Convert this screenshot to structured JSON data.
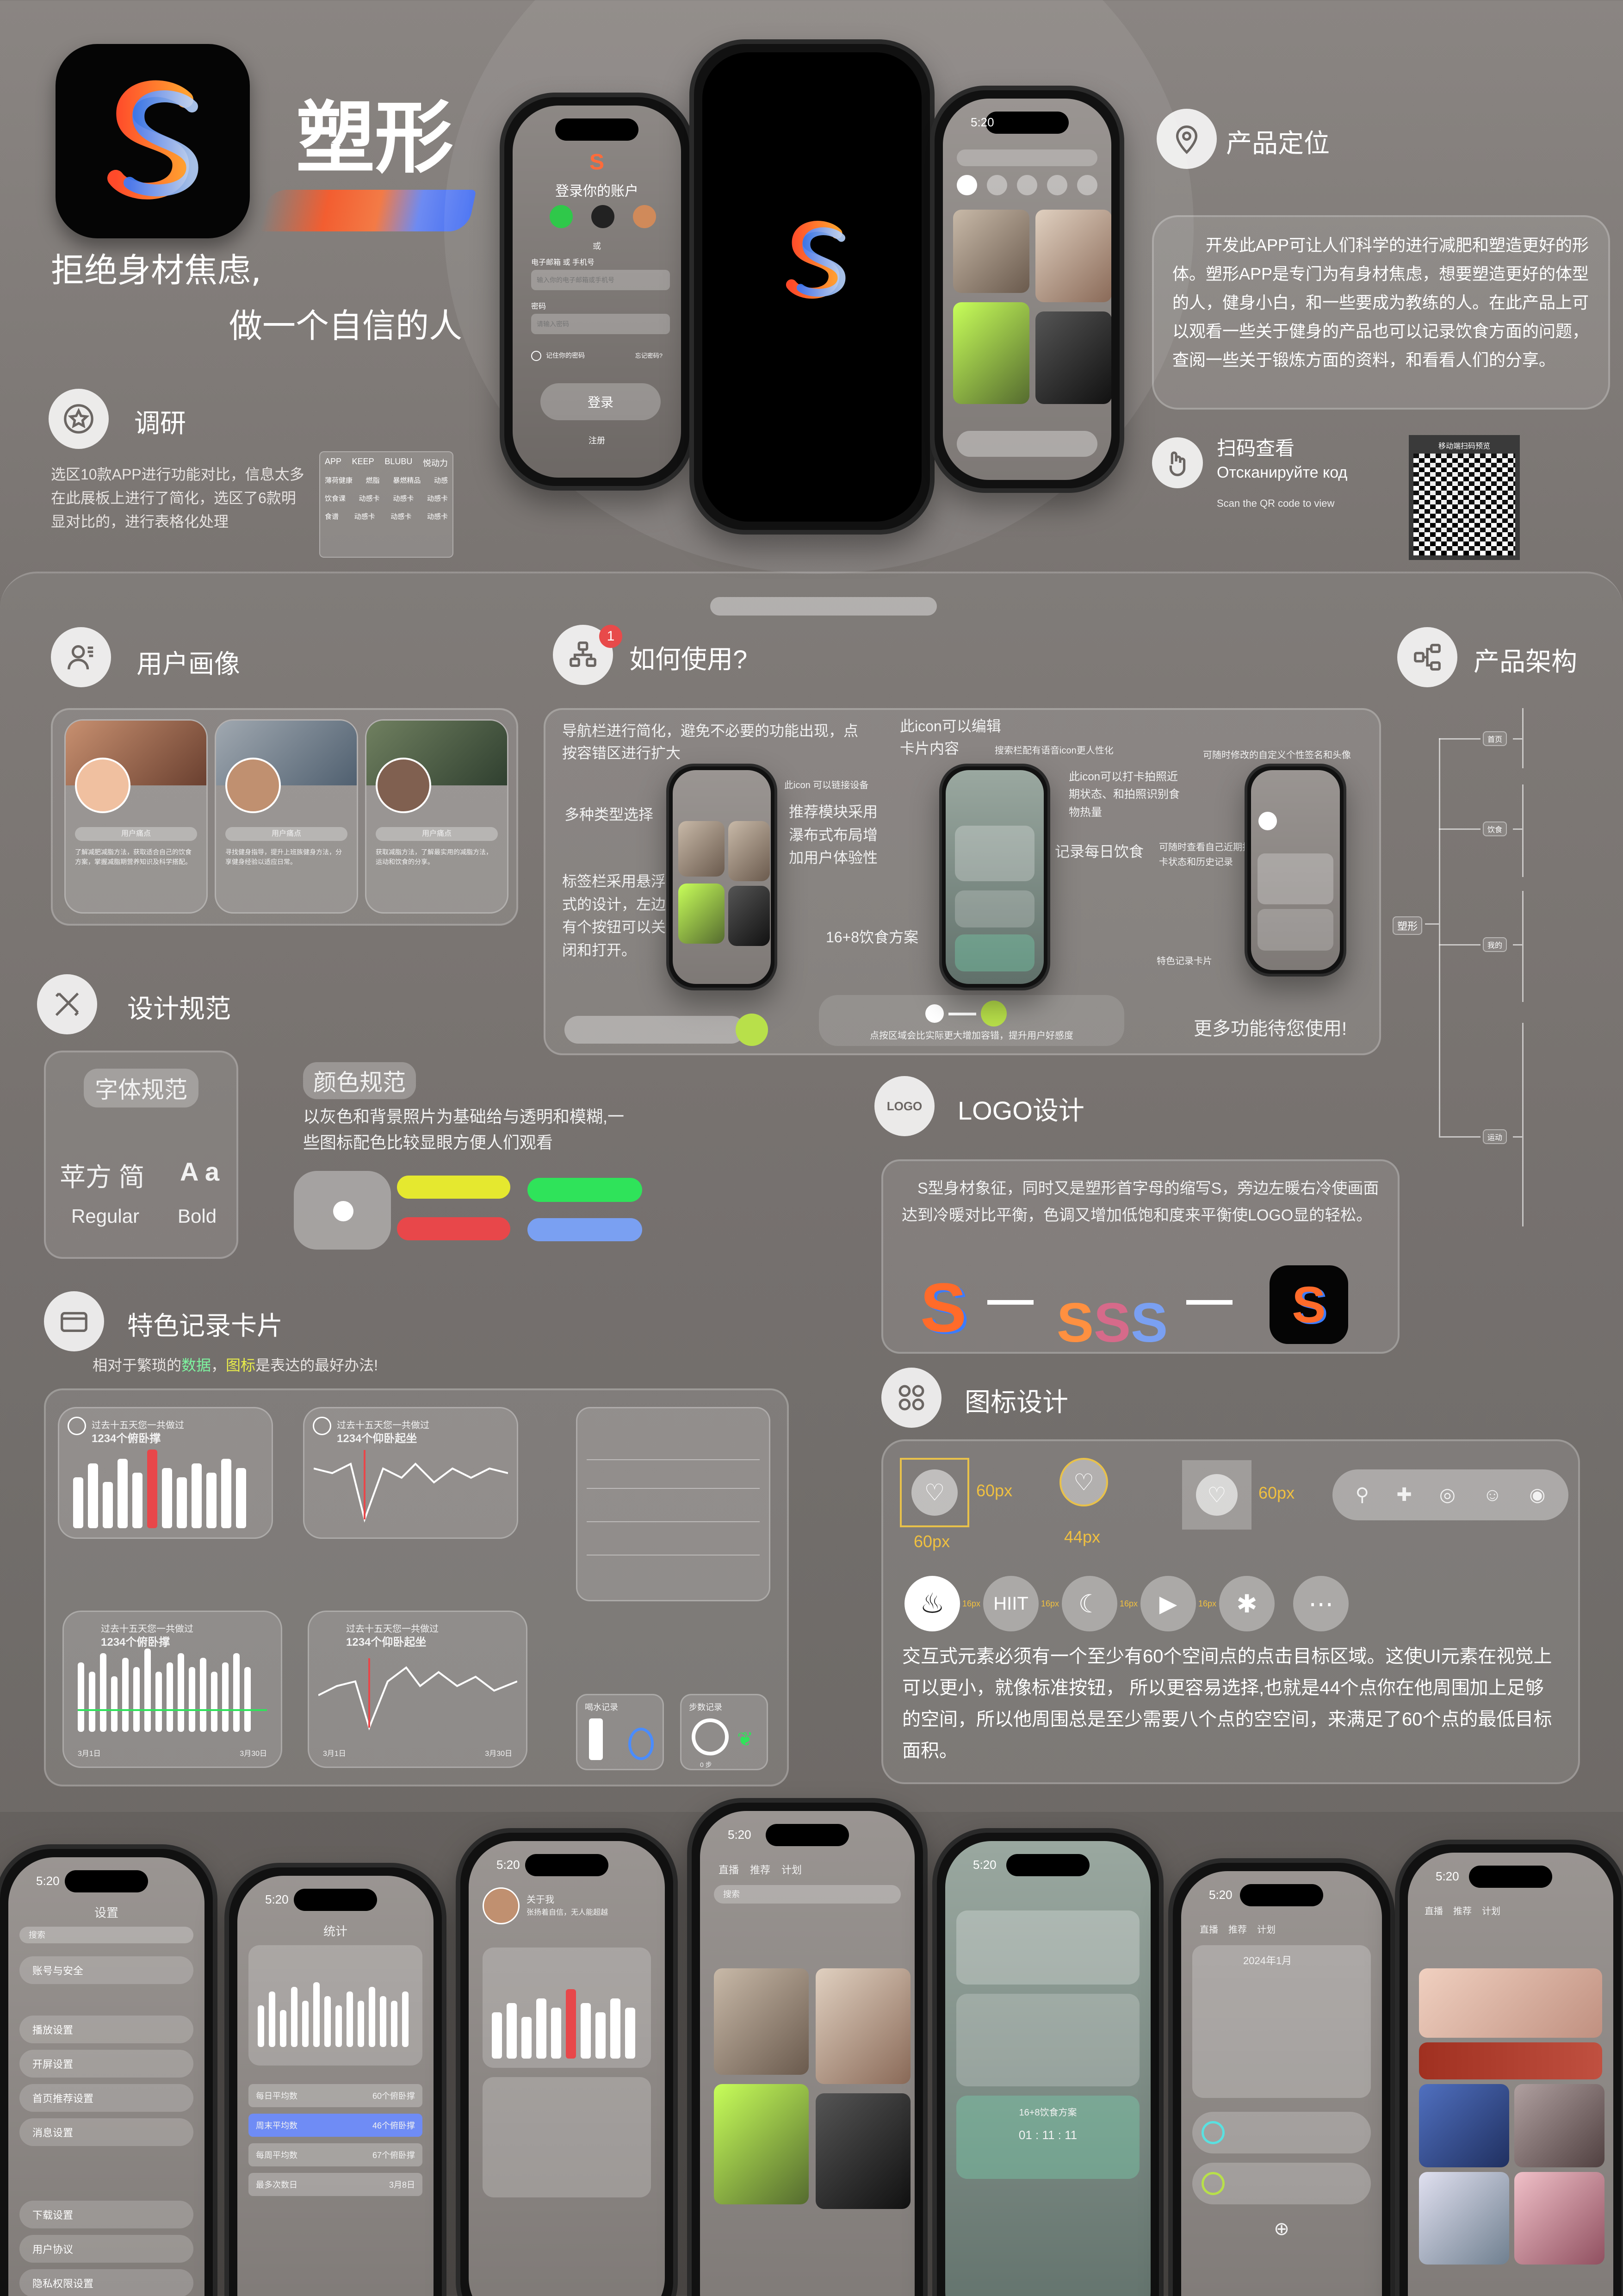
{
  "app": {
    "name": "塑形",
    "slogan1": "拒绝身材焦虑,",
    "slogan2": "做一个自信的人"
  },
  "sections": {
    "research": {
      "title": "调研",
      "desc": "选区10款APP进行功能对比，信息太多在此展板上进行了简化，选区了6款明显对比的，进行表格化处理",
      "table_headers": [
        "APP",
        "KEEP",
        "BLUBU",
        "悦动力"
      ],
      "table_rows": [
        [
          "薄荷健康",
          "燃脂",
          "暴燃精品",
          "动感"
        ],
        [
          "饮食课",
          "动感卡",
          "动感卡",
          "动感卡"
        ],
        [
          "食谱",
          "动感卡",
          "动感卡",
          "动感卡"
        ]
      ]
    },
    "positioning": {
      "title": "产品定位",
      "desc": "开发此APP可让人们科学的进行减肥和塑造更好的形体。塑形APP是专门为有身材焦虑，想要塑造更好的体型的人，健身小白，和一些要成为教练的人。在此产品上可以观看一些关于健身的产品也可以记录饮食方面的问题，查阅一些关于锻炼方面的资料，和看看人们的分享。"
    },
    "scan": {
      "title": "扫码查看",
      "ru": "Отсканируйте код",
      "en": "Scan the QR code to view",
      "qr_label": "移动端扫码预览"
    },
    "persona": {
      "title": "用户画像",
      "cards": [
        {
          "label": "用户痛点",
          "desc": "了解减肥减脂方法，获取适合自己的饮食方案，掌握减脂期营养知识及科学搭配。"
        },
        {
          "label": "用户痛点",
          "desc": "寻找健身指导，提升上班族健身方法，分享健身经验以适应日常。"
        },
        {
          "label": "用户痛点",
          "desc": "获取减脂方法，了解最实用的减脂方法，运动和饮食的分享。"
        }
      ]
    },
    "howto": {
      "title": "如何使用?",
      "badge": "1",
      "notes": [
        "导航栏进行简化，避免不必要的功能出现，点按容错区进行扩大",
        "多种类型选择",
        "标签栏采用悬浮式的设计，左边有个按钮可以关闭和打开。",
        "推荐模块采用瀑布式布局增加用户体验性",
        "此icon 可以链接设备",
        "此icon可以编辑卡片内容",
        "搜索栏配有语音icon更人性化",
        "此icon可以打卡拍照近期状态、和拍照识别食物热量",
        "记录每日饮食",
        "16+8饮食方案",
        "可随时修改的自定义个性签名和头像",
        "可随时查看自己近期打卡状态和历史记录",
        "特色记录卡片",
        "点按区域会比实际更大增加容错，提升用户好感度",
        "更多功能待您使用!"
      ]
    },
    "architecture": {
      "title": "产品架构",
      "root": "塑形",
      "branches": [
        "首页",
        "饮食",
        "我的",
        "运动"
      ]
    },
    "design": {
      "title": "设计规范",
      "font_title": "字体规范",
      "font_sample": "苹方 简",
      "font_latin": "A a",
      "font_regular": "Regular",
      "font_bold": "Bold",
      "color_title": "颜色规范",
      "color_desc": "以灰色和背景照片为基础给与透明和模糊,一些图标配色比较显眼方便人们观看",
      "colors": [
        "#e5e82f",
        "#2fe35a",
        "#e8474a",
        "#7aa0f2"
      ]
    },
    "logo": {
      "title": "LOGO设计",
      "desc": "S型身材象征，同时又是塑形首字母的缩写S，旁边左暖右冷使画面达到冷暖对比平衡，色调又增加低饱和度来平衡使LOGO显的轻松。",
      "badge": "LOGO"
    },
    "cards": {
      "title": "特色记录卡片",
      "sub_a": "相对于繁琐的",
      "sub_b": "数据",
      "sub_c": "，",
      "sub_d": "图标",
      "sub_e": "是表达的最好办法!",
      "bar_title": "过去十五天您一共做过",
      "bar_count": "1234个俯卧撑",
      "line_title": "过去十五天您一共做过",
      "line_count": "1234个仰卧起坐",
      "start": "3月1日",
      "end": "3月30日",
      "water": "喝水记录",
      "steps": "步数记录",
      "steps_unit": "0 步"
    },
    "icons": {
      "title": "图标设计",
      "s1": "60px",
      "s2": "60px",
      "s3": "44px",
      "s4": "60px",
      "spacing": "16px",
      "hiit": "HIIT",
      "desc": "交互式元素必须有一个至少有60个空间点的点击目标区域。这使UI元素在视觉上可以更小，就像标准按钮， 所以更容易选择,也就是44个点你在他周围加上足够的空间，所以他周围总是至少需要八个点的空空间，来满足了60个点的最低目标面积。"
    },
    "login": {
      "title": "登录你的账户",
      "or": "或",
      "phone_label": "电子邮箱 或 手机号",
      "phone_ph": "输入你的电子邮箱或手机号",
      "pwd_label": "密码",
      "pwd_ph": "请输入密码",
      "remember": "记住你的密码",
      "forgot": "忘记密码?",
      "btn": "登录",
      "register": "注册"
    }
  },
  "phones_bottom": {
    "time": "5:20",
    "settings": {
      "title": "设置",
      "search": "搜索",
      "items": [
        "账号与安全",
        "播放设置",
        "开屏设置",
        "首页推荐设置",
        "消息设置",
        "下载设置",
        "用户协议",
        "隐私权限设置"
      ]
    },
    "stats": {
      "title": "统计",
      "rows": [
        "每日平均数",
        "周末平均数",
        "每周平均数",
        "最多次数日"
      ],
      "vals": [
        "60个俯卧撑",
        "46个俯卧撑",
        "67个俯卧撑",
        "3月8日"
      ]
    },
    "profile": {
      "name": "关于我",
      "bio": "张扬着自信，无人能超越"
    },
    "feed": {
      "tabs": [
        "直播",
        "推荐",
        "计划"
      ],
      "search": "搜索"
    },
    "calendar": {
      "title": "2024年1月",
      "tabs": [
        "直播",
        "推荐",
        "计划"
      ]
    },
    "diet": {
      "plan": "16+8饮食方案",
      "timer": "01 : 11 : 11"
    }
  }
}
